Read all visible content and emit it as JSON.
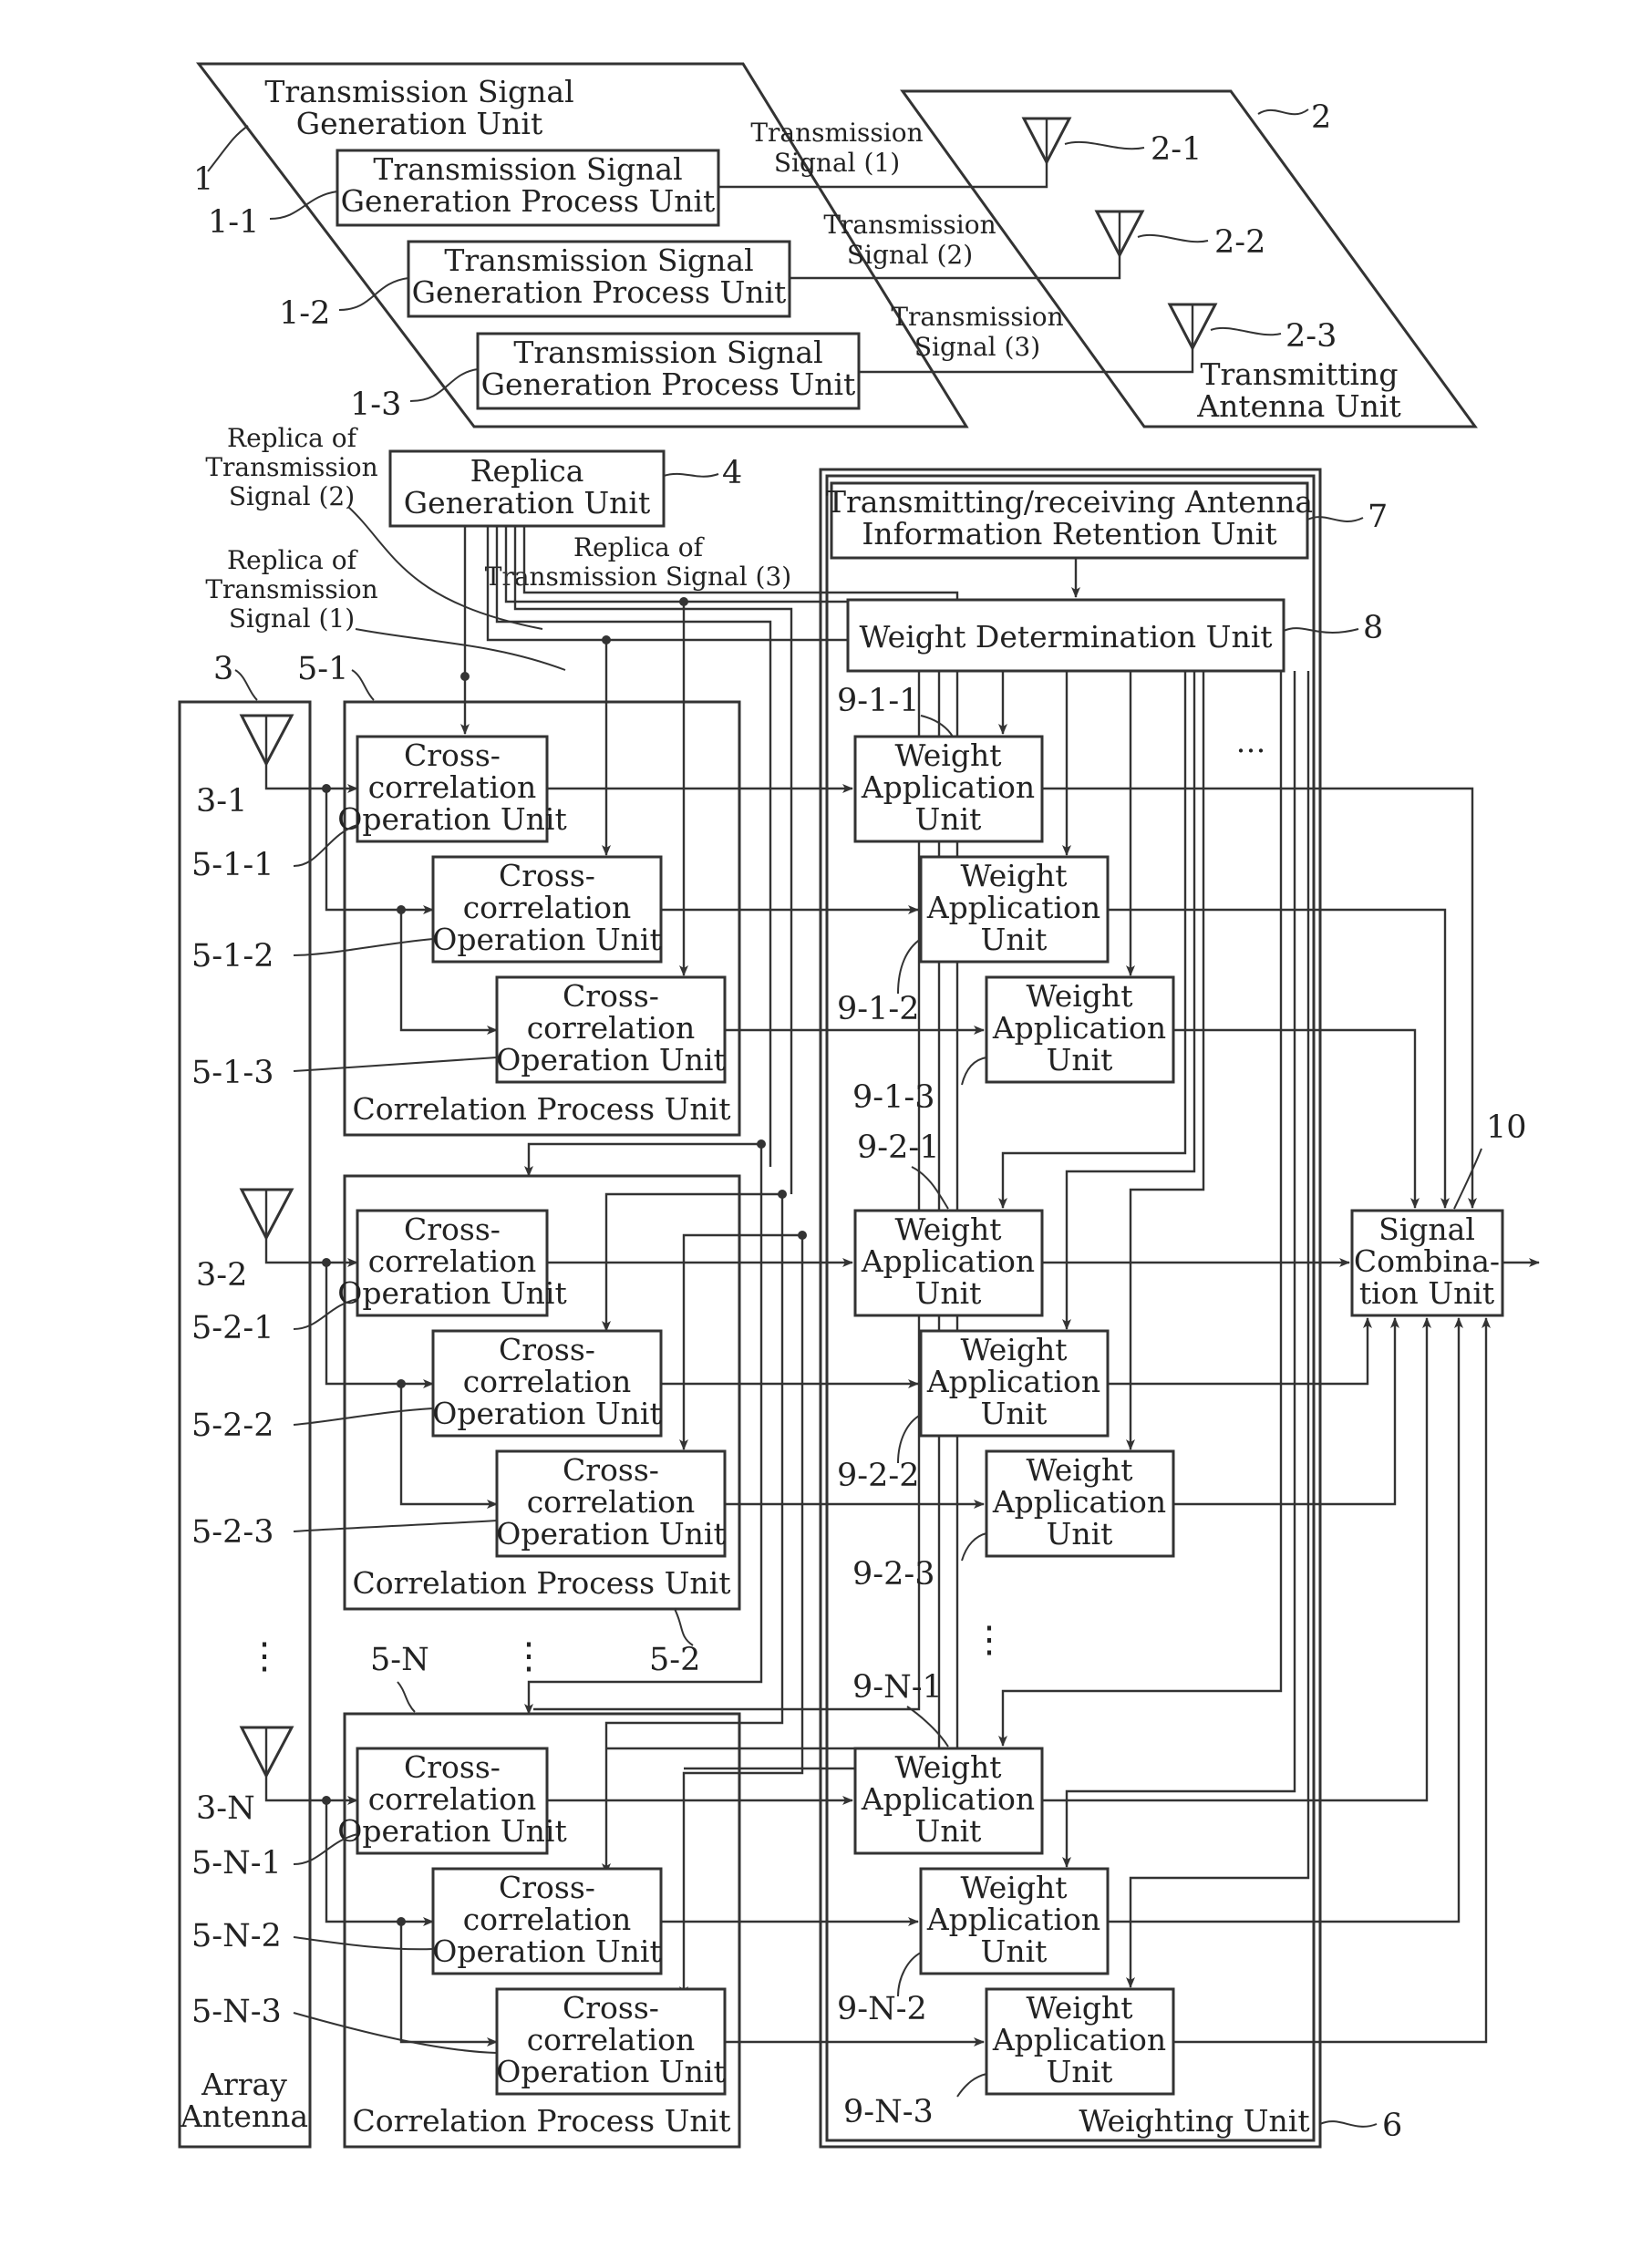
{
  "gen_unit": {
    "ref": "1",
    "label1": "Transmission Signal",
    "label2": "Generation Unit"
  },
  "gen_process": [
    {
      "ref": "1-1",
      "l1": "Transmission Signal",
      "l2": "Generation Process Unit",
      "sig1": "Transmission",
      "sig2": "Signal (1)"
    },
    {
      "ref": "1-2",
      "l1": "Transmission Signal",
      "l2": "Generation Process Unit",
      "sig1": "Transmission",
      "sig2": "Signal (2)"
    },
    {
      "ref": "1-3",
      "l1": "Transmission Signal",
      "l2": "Generation Process Unit",
      "sig1": "Transmission",
      "sig2": "Signal (3)"
    }
  ],
  "tx_antenna_unit": {
    "ref": "2",
    "label1": "Transmitting",
    "label2": "Antenna Unit",
    "antennas": [
      "2-1",
      "2-2",
      "2-3"
    ]
  },
  "replica_unit": {
    "ref": "4",
    "l1": "Replica",
    "l2": "Generation Unit",
    "rep1": [
      "Replica of",
      "Transmission",
      "Signal (1)"
    ],
    "rep2": [
      "Replica of",
      "Transmission",
      "Signal (2)"
    ],
    "rep3": [
      "Replica of",
      "Transmission Signal (3)"
    ]
  },
  "array_antenna": {
    "ref": "3",
    "l1": "Array",
    "l2": "Antenna",
    "dots": "⋮",
    "antennas": [
      "3-1",
      "3-2",
      "3-N"
    ]
  },
  "correlation_groups": [
    {
      "ref": "5-1",
      "label": "Correlation Process Unit",
      "units": [
        "5-1-1",
        "5-1-2",
        "5-1-3"
      ]
    },
    {
      "ref": "5-2",
      "label": "Correlation Process Unit",
      "units": [
        "5-2-1",
        "5-2-2",
        "5-2-3"
      ]
    },
    {
      "ref": "5-N",
      "label": "Correlation Process Unit",
      "units": [
        "5-N-1",
        "5-N-2",
        "5-N-3"
      ]
    }
  ],
  "cross_unit": {
    "l1": "Cross-",
    "l2": "correlation",
    "l3": "Operation Unit"
  },
  "weighting_unit": {
    "ref": "6",
    "label": "Weighting Unit",
    "retention": {
      "ref": "7",
      "l1": "Transmitting/receiving Antenna",
      "l2": "Information Retention Unit"
    },
    "weight_det": {
      "ref": "8",
      "label": "Weight Determination Unit"
    },
    "ellipsis": "…",
    "vdots": "⋮",
    "weight_app": {
      "l1": "Weight",
      "l2": "Application",
      "l3": "Unit"
    },
    "groups": [
      [
        "9-1-1",
        "9-1-2",
        "9-1-3"
      ],
      [
        "9-2-1",
        "9-2-2",
        "9-2-3"
      ],
      [
        "9-N-1",
        "9-N-2",
        "9-N-3"
      ]
    ]
  },
  "combination_unit": {
    "ref": "10",
    "l1": "Signal",
    "l2": "Combina-",
    "l3": "tion Unit"
  }
}
